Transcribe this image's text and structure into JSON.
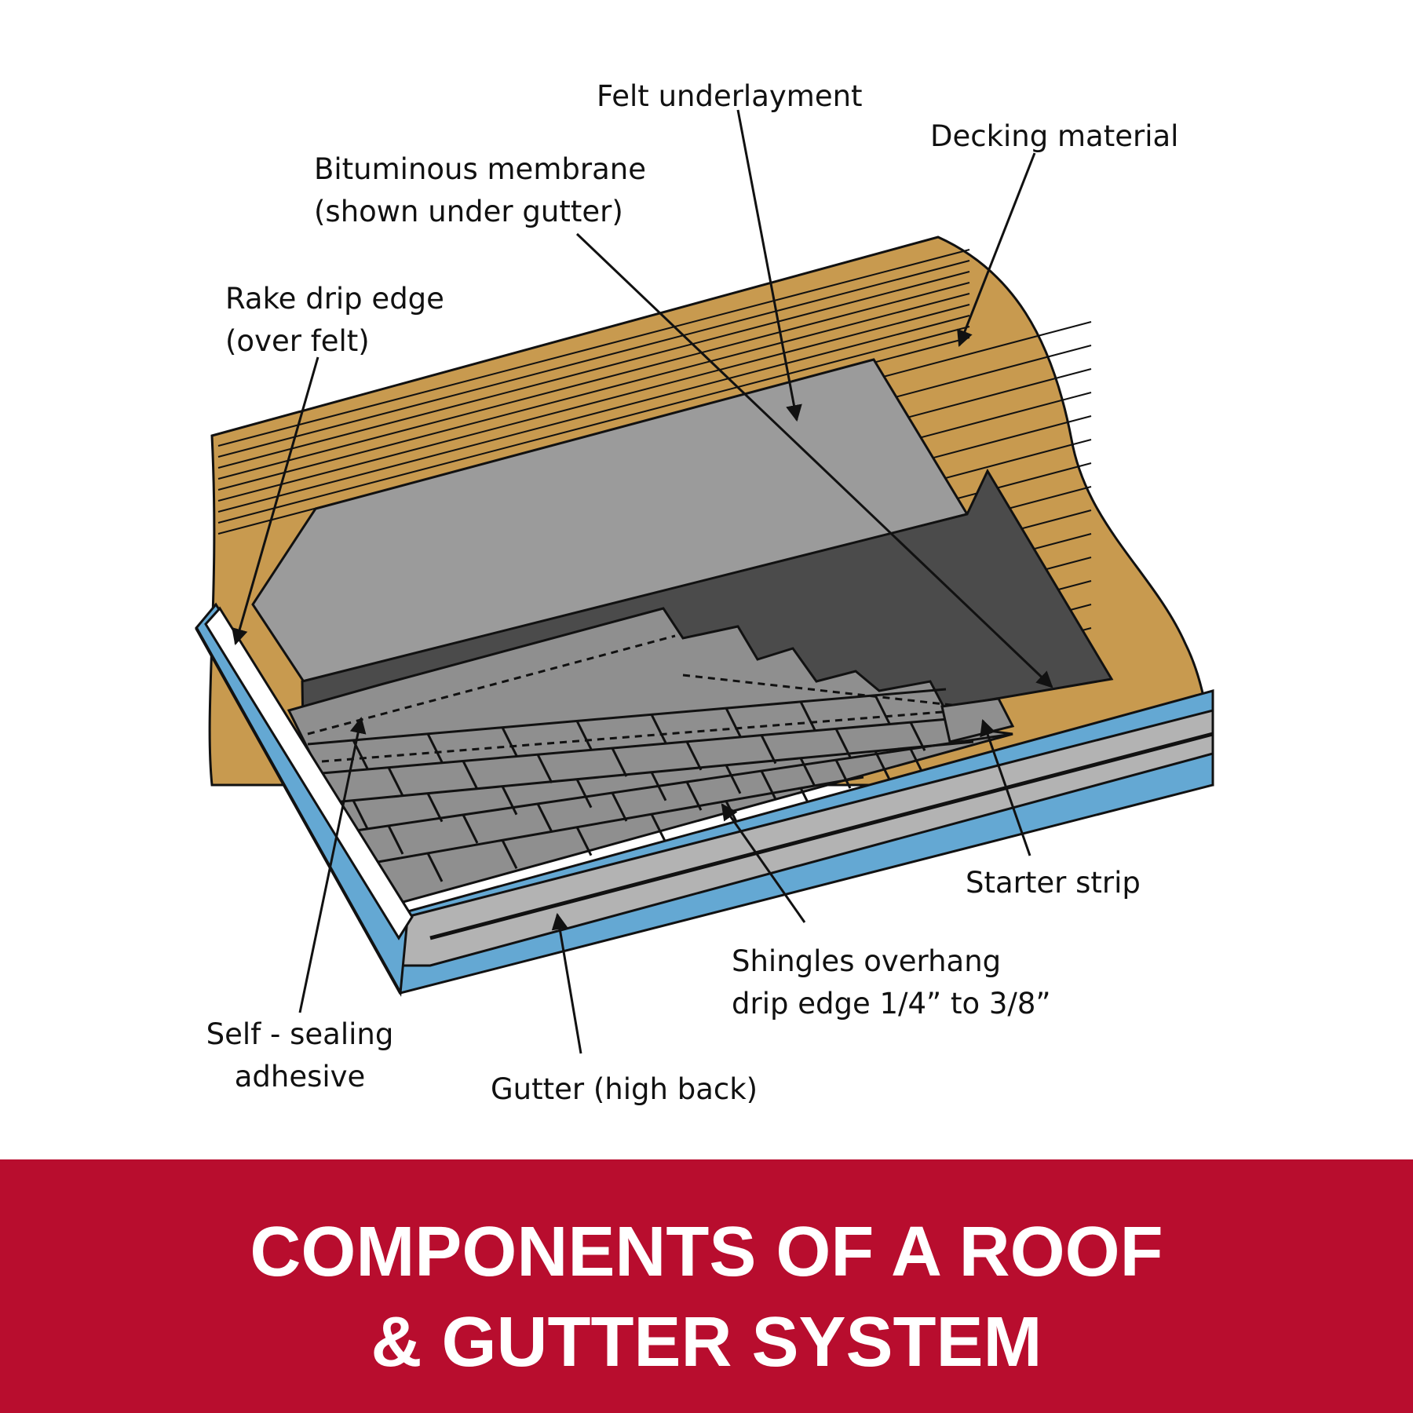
{
  "colors": {
    "decking": "#c89a4f",
    "felt": "#9b9b9b",
    "membrane": "#4b4b4b",
    "shingle": "#8f8f8f",
    "gutter_blue": "#64a8d3",
    "gutter_gray": "#b3b3b3",
    "banner": "#b80d2e",
    "outline": "#111111"
  },
  "labels": {
    "felt_underlayment": "Felt underlayment",
    "decking_material": "Decking material",
    "bituminous_line1": "Bituminous membrane",
    "bituminous_line2": "(shown under gutter)",
    "rake_line1": "Rake drip edge",
    "rake_line2": "(over felt)",
    "starter_strip": "Starter strip",
    "shingles_line1": "Shingles overhang",
    "shingles_line2": "drip edge 1/4” to 3/8”",
    "self_line1": "Self - sealing",
    "self_line2": "adhesive",
    "gutter": "Gutter (high back)"
  },
  "banner": {
    "line1": "COMPONENTS OF A ROOF",
    "line2": "& GUTTER SYSTEM"
  }
}
